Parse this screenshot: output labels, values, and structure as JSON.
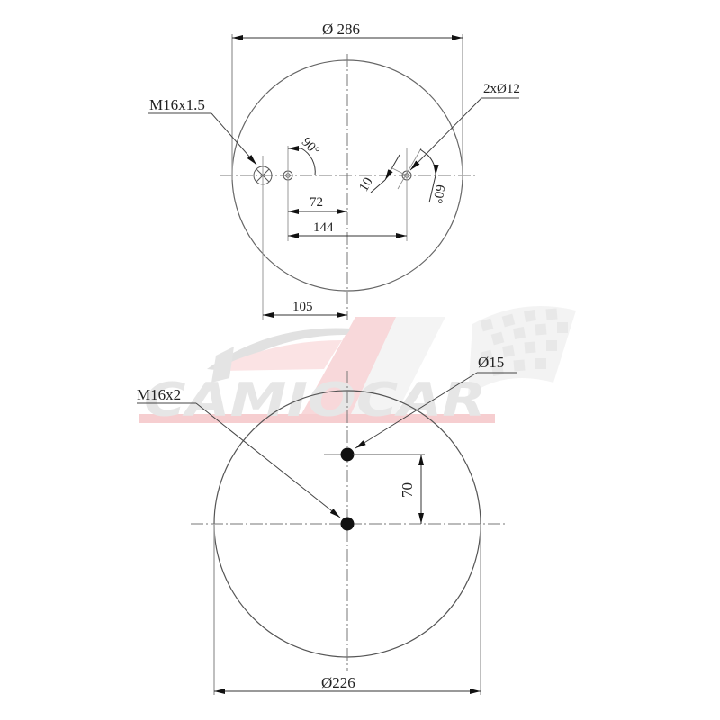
{
  "watermark": {
    "brand_text": "CAMIOCAR",
    "accent_color": "#f6c9cb",
    "gray_color": "#d9d9d9"
  },
  "top_view": {
    "outer_diameter_label": "Ø 286",
    "thread_callout": "M16x1.5",
    "holes_callout": "2xØ12",
    "angle_left_label": "90°",
    "angle_right_label": "60°",
    "offset_label": "10",
    "dims": {
      "d72": "72",
      "d144": "144",
      "d105": "105"
    }
  },
  "bottom_view": {
    "outer_diameter_label": "Ø226",
    "thread_callout": "M16x2",
    "hole_callout": "Ø15",
    "offset_label": "70"
  },
  "colors": {
    "line": "#555555",
    "dim_line": "#333333",
    "extension_line": "#aaaaaa",
    "center_line": "#777777",
    "text": "#222222"
  }
}
